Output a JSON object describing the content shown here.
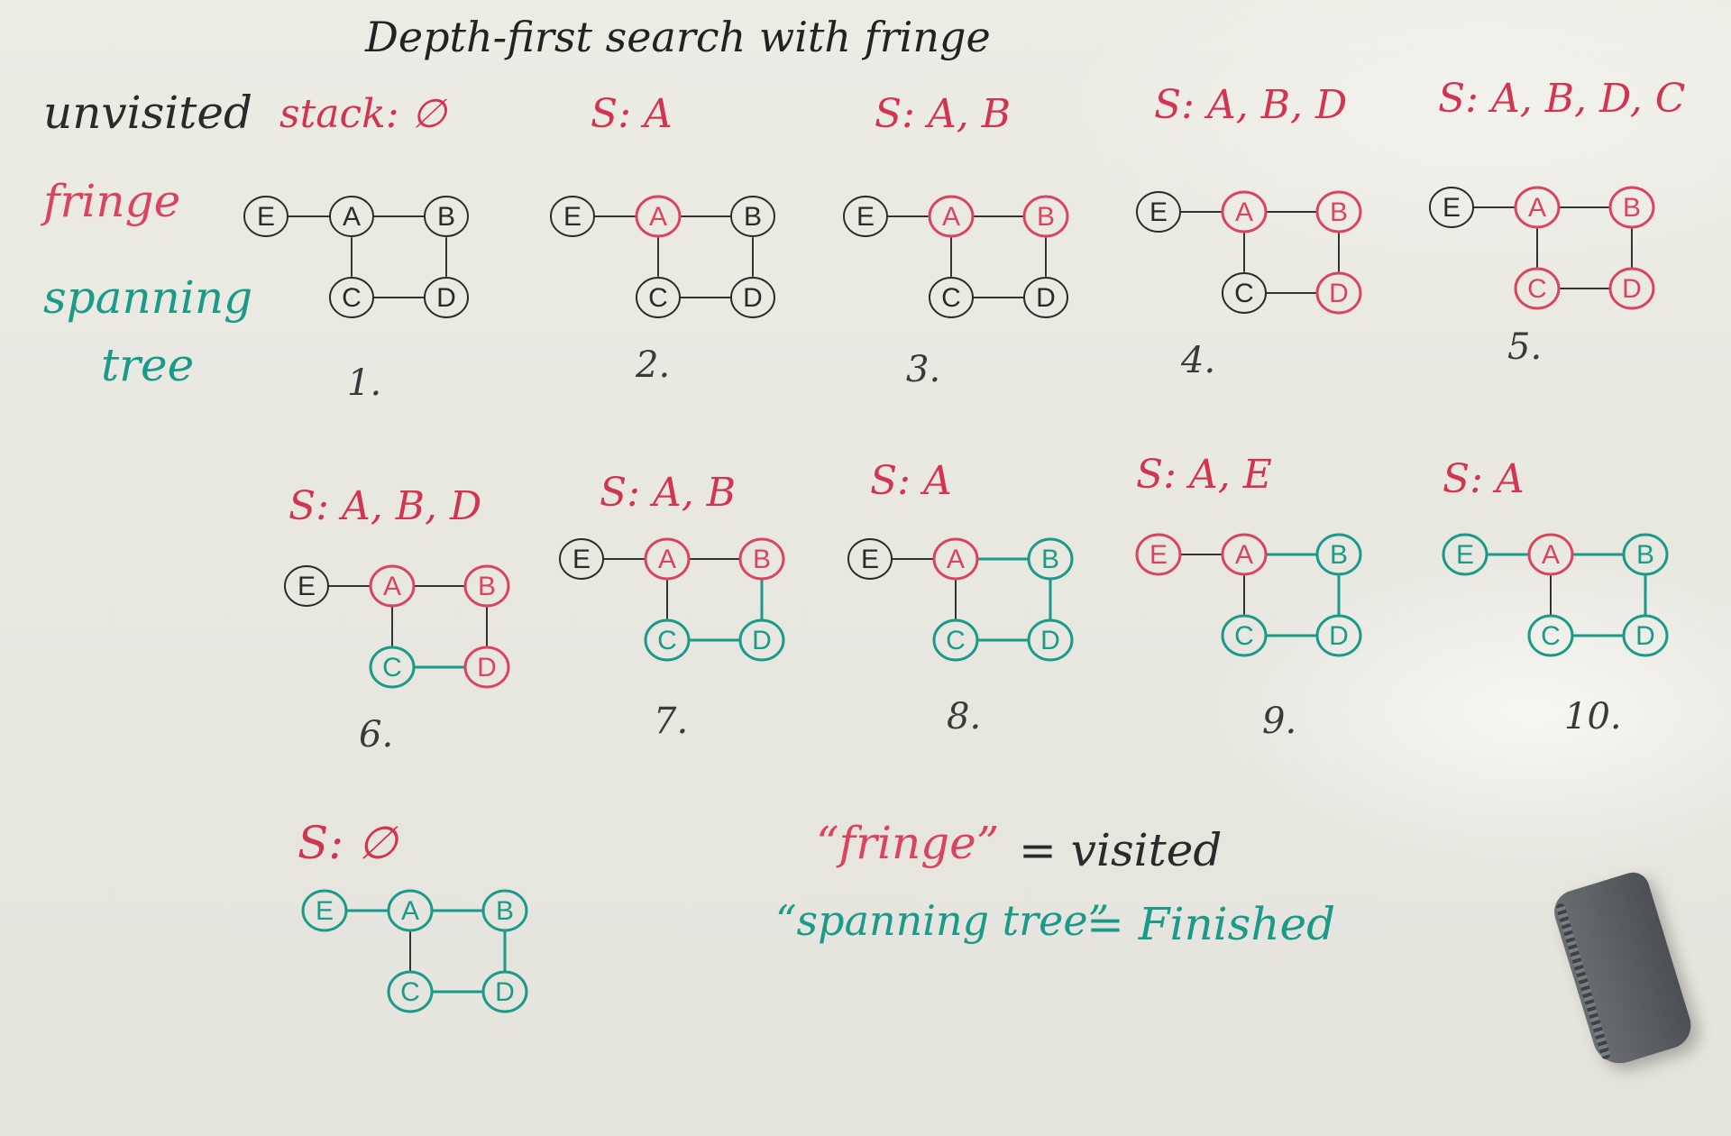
{
  "title": "Depth-first search with fringe",
  "legend": {
    "unvisited": "unvisited",
    "fringe": "fringe",
    "spanning_1": "spanning",
    "spanning_2": "tree"
  },
  "colors": {
    "unvisited": "#2a2a2a",
    "fringe": "#d9455e",
    "spanning": "#1a9a88",
    "board": "#e7e6df"
  },
  "node_labels": [
    "E",
    "A",
    "B",
    "C",
    "D"
  ],
  "edges": [
    [
      "E",
      "A"
    ],
    [
      "A",
      "B"
    ],
    [
      "A",
      "C"
    ],
    [
      "B",
      "D"
    ],
    [
      "C",
      "D"
    ]
  ],
  "steps": [
    {
      "label": "1.",
      "stack": "stack: ∅",
      "states": {
        "E": "unvisited",
        "A": "unvisited",
        "B": "unvisited",
        "C": "unvisited",
        "D": "unvisited"
      },
      "tree_edges": []
    },
    {
      "label": "2.",
      "stack": "S: A",
      "states": {
        "E": "unvisited",
        "A": "fringe",
        "B": "unvisited",
        "C": "unvisited",
        "D": "unvisited"
      },
      "tree_edges": []
    },
    {
      "label": "3.",
      "stack": "S: A, B",
      "states": {
        "E": "unvisited",
        "A": "fringe",
        "B": "fringe",
        "C": "unvisited",
        "D": "unvisited"
      },
      "tree_edges": []
    },
    {
      "label": "4.",
      "stack": "S: A, B, D",
      "states": {
        "E": "unvisited",
        "A": "fringe",
        "B": "fringe",
        "C": "unvisited",
        "D": "fringe"
      },
      "tree_edges": []
    },
    {
      "label": "5.",
      "stack": "S: A, B, D, C",
      "states": {
        "E": "unvisited",
        "A": "fringe",
        "B": "fringe",
        "C": "fringe",
        "D": "fringe"
      },
      "tree_edges": []
    },
    {
      "label": "6.",
      "stack": "S: A, B, D",
      "states": {
        "E": "unvisited",
        "A": "fringe",
        "B": "fringe",
        "C": "spanning",
        "D": "fringe"
      },
      "tree_edges": [
        [
          "C",
          "D"
        ]
      ]
    },
    {
      "label": "7.",
      "stack": "S: A, B",
      "states": {
        "E": "unvisited",
        "A": "fringe",
        "B": "fringe",
        "C": "spanning",
        "D": "spanning"
      },
      "tree_edges": [
        [
          "C",
          "D"
        ],
        [
          "B",
          "D"
        ]
      ]
    },
    {
      "label": "8.",
      "stack": "S: A",
      "states": {
        "E": "unvisited",
        "A": "fringe",
        "B": "spanning",
        "C": "spanning",
        "D": "spanning"
      },
      "tree_edges": [
        [
          "C",
          "D"
        ],
        [
          "B",
          "D"
        ],
        [
          "A",
          "B"
        ]
      ]
    },
    {
      "label": "9.",
      "stack": "S: A, E",
      "states": {
        "E": "fringe",
        "A": "fringe",
        "B": "spanning",
        "C": "spanning",
        "D": "spanning"
      },
      "tree_edges": [
        [
          "C",
          "D"
        ],
        [
          "B",
          "D"
        ],
        [
          "A",
          "B"
        ]
      ]
    },
    {
      "label": "10.",
      "stack": "S: A",
      "states": {
        "E": "spanning",
        "A": "fringe",
        "B": "spanning",
        "C": "spanning",
        "D": "spanning"
      },
      "tree_edges": [
        [
          "C",
          "D"
        ],
        [
          "B",
          "D"
        ],
        [
          "A",
          "B"
        ],
        [
          "E",
          "A"
        ]
      ]
    },
    {
      "label": "",
      "stack": "S: ∅",
      "states": {
        "E": "spanning",
        "A": "spanning",
        "B": "spanning",
        "C": "spanning",
        "D": "spanning"
      },
      "tree_edges": [
        [
          "C",
          "D"
        ],
        [
          "B",
          "D"
        ],
        [
          "A",
          "B"
        ],
        [
          "E",
          "A"
        ]
      ]
    }
  ],
  "notes": {
    "fringe_term": "“fringe”",
    "fringe_eq": "= visited",
    "tree_term": "“spanning tree”",
    "tree_eq": "= Finished"
  }
}
